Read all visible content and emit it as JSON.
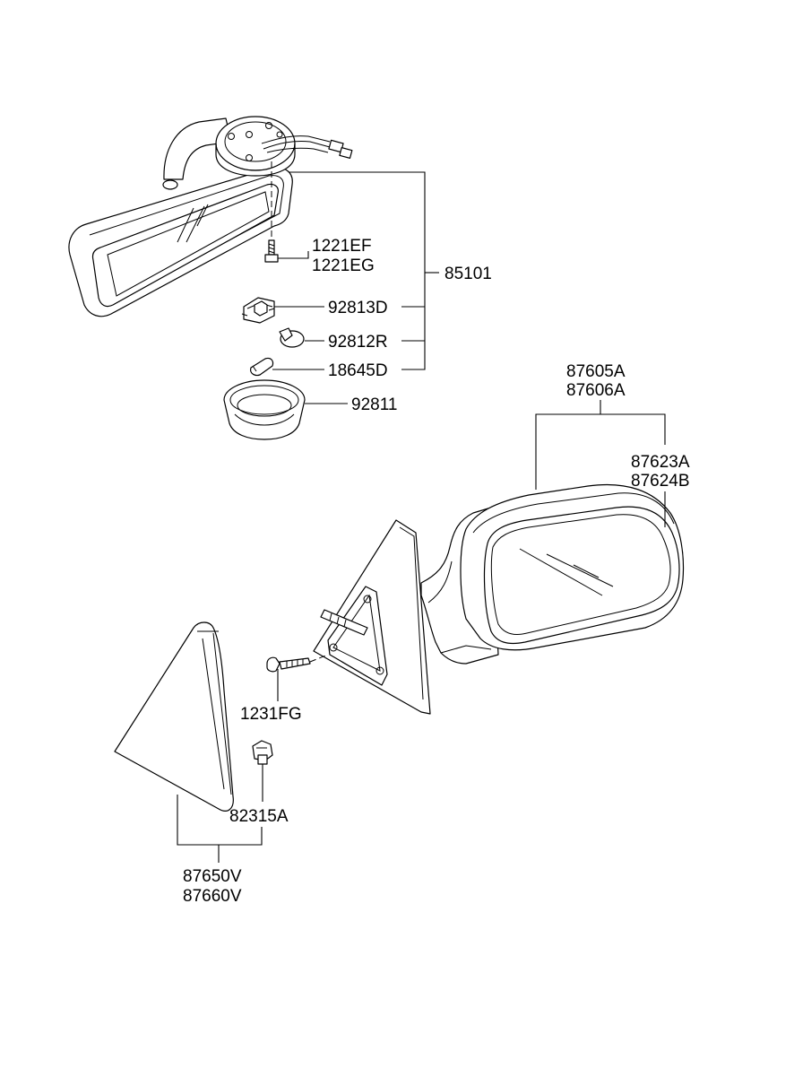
{
  "parts": {
    "p85101": "85101",
    "p1221EF": "1221EF",
    "p1221EG": "1221EG",
    "p92813D": "92813D",
    "p92812R": "92812R",
    "p18645D": "18645D",
    "p92811": "92811",
    "p87605A": "87605A",
    "p87606A": "87606A",
    "p87623A": "87623A",
    "p87624B": "87624B",
    "p1231FG": "1231FG",
    "p82315A": "82315A",
    "p87650V": "87650V",
    "p87660V": "87660V"
  }
}
